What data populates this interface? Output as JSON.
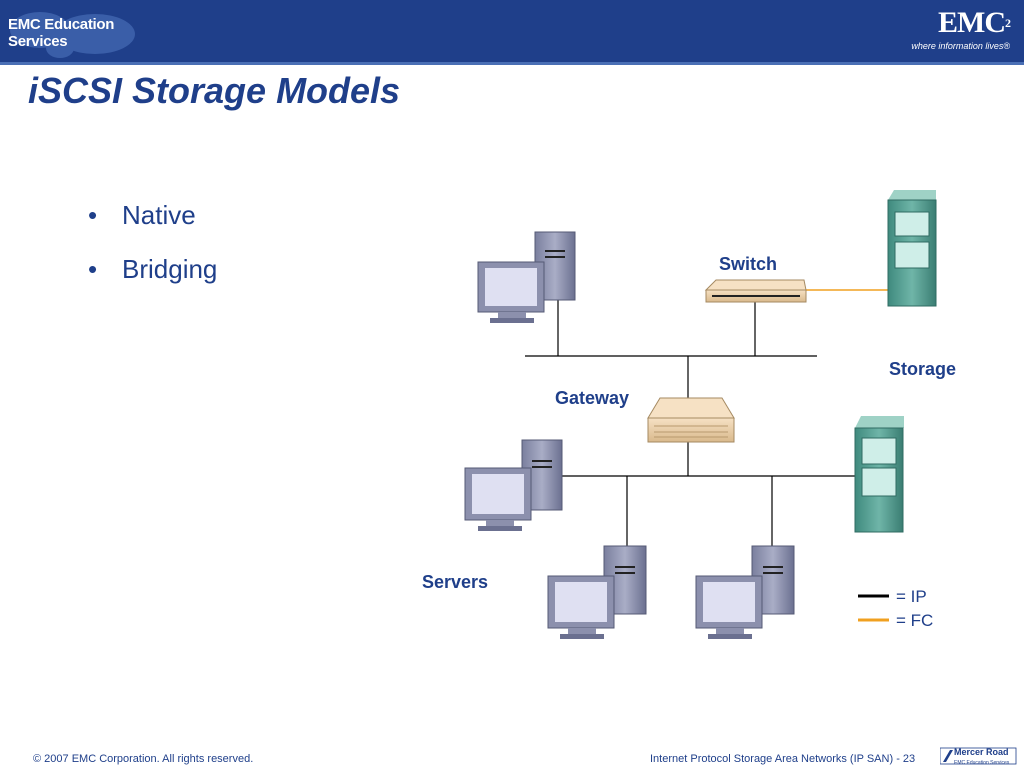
{
  "header": {
    "edu_logo_text": "EMC Education Services",
    "emc_word": "EMC",
    "emc_sup": "2",
    "emc_tagline": "where information lives®"
  },
  "slide": {
    "title": "iSCSI Storage Models",
    "bullets": [
      "Native",
      "Bridging"
    ]
  },
  "diagram": {
    "labels": {
      "switch": "Switch",
      "storage": "Storage",
      "gateway": "Gateway",
      "servers": "Servers"
    },
    "legend": {
      "ip": "= IP",
      "fc": "= FC",
      "ip_color": "#000000",
      "fc_color": "#f0a020"
    }
  },
  "footer": {
    "copyright": "© 2007 EMC Corporation. All rights reserved.",
    "course": "Internet Protocol Storage Area Networks (IP SAN)",
    "page": "- 23",
    "logo_line1": "Mercer Road",
    "logo_line2": "EMC Education Services"
  }
}
